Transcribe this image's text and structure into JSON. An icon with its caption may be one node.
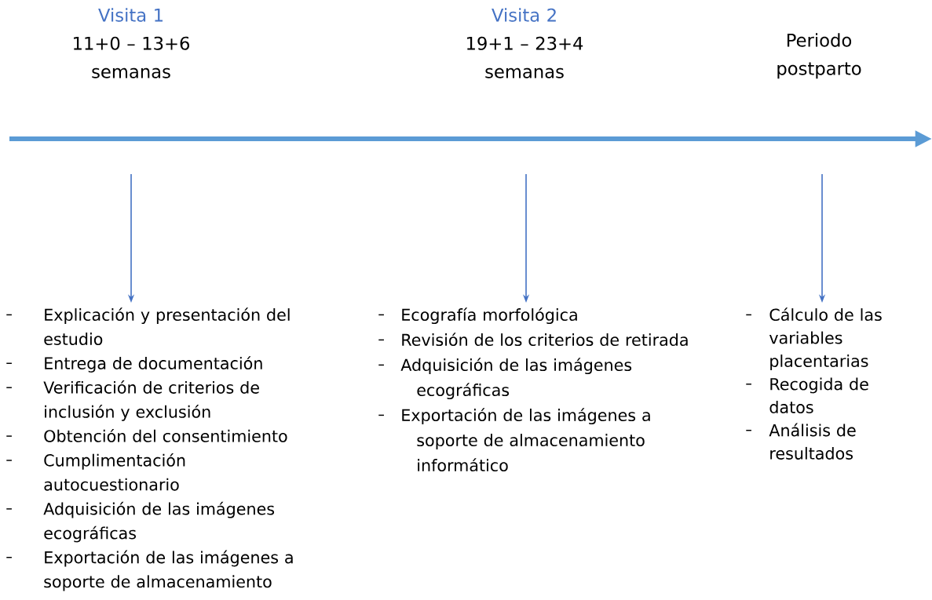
{
  "diagram": {
    "nodes": [
      {
        "text": [
          "Visita 1",
          "11+0 – 13+6 semanas"
        ]
      },
      {
        "text": [
          "Visita 2",
          "19+1 – 23+4 semanas"
        ]
      },
      {
        "text": [
          "Periodo postparto"
        ]
      },
      {
        "text": [
          "Explicación y presentación del estudio",
          "Entrega de documentación",
          "Verificación de criterios de inclusión y exclusión",
          "Obtención del consentimiento",
          "Cumplimentación autocuestionario",
          "Adquisición de las imágenes ecográficas",
          "Exportación de las imágenes a soporte de almacenamiento"
        ]
      },
      {
        "text": [
          "Ecografía morfológica",
          "Revisión de los criterios de retirada",
          "Adquisición de las imágenes ecográficas",
          "Exportación de las imágenes a soporte de almacenamiento informático"
        ]
      },
      {
        "text": [
          "Cálculo de las variables placentarias",
          "Recogida de datos",
          "Análisis de resultados"
        ]
      }
    ],
    "edges": [
      {
        "from": null,
        "to": 3,
        "arrow": "to"
      },
      {
        "from": null,
        "to": 4,
        "arrow": "to"
      },
      {
        "from": null,
        "to": 5,
        "arrow": "to"
      }
    ]
  }
}
